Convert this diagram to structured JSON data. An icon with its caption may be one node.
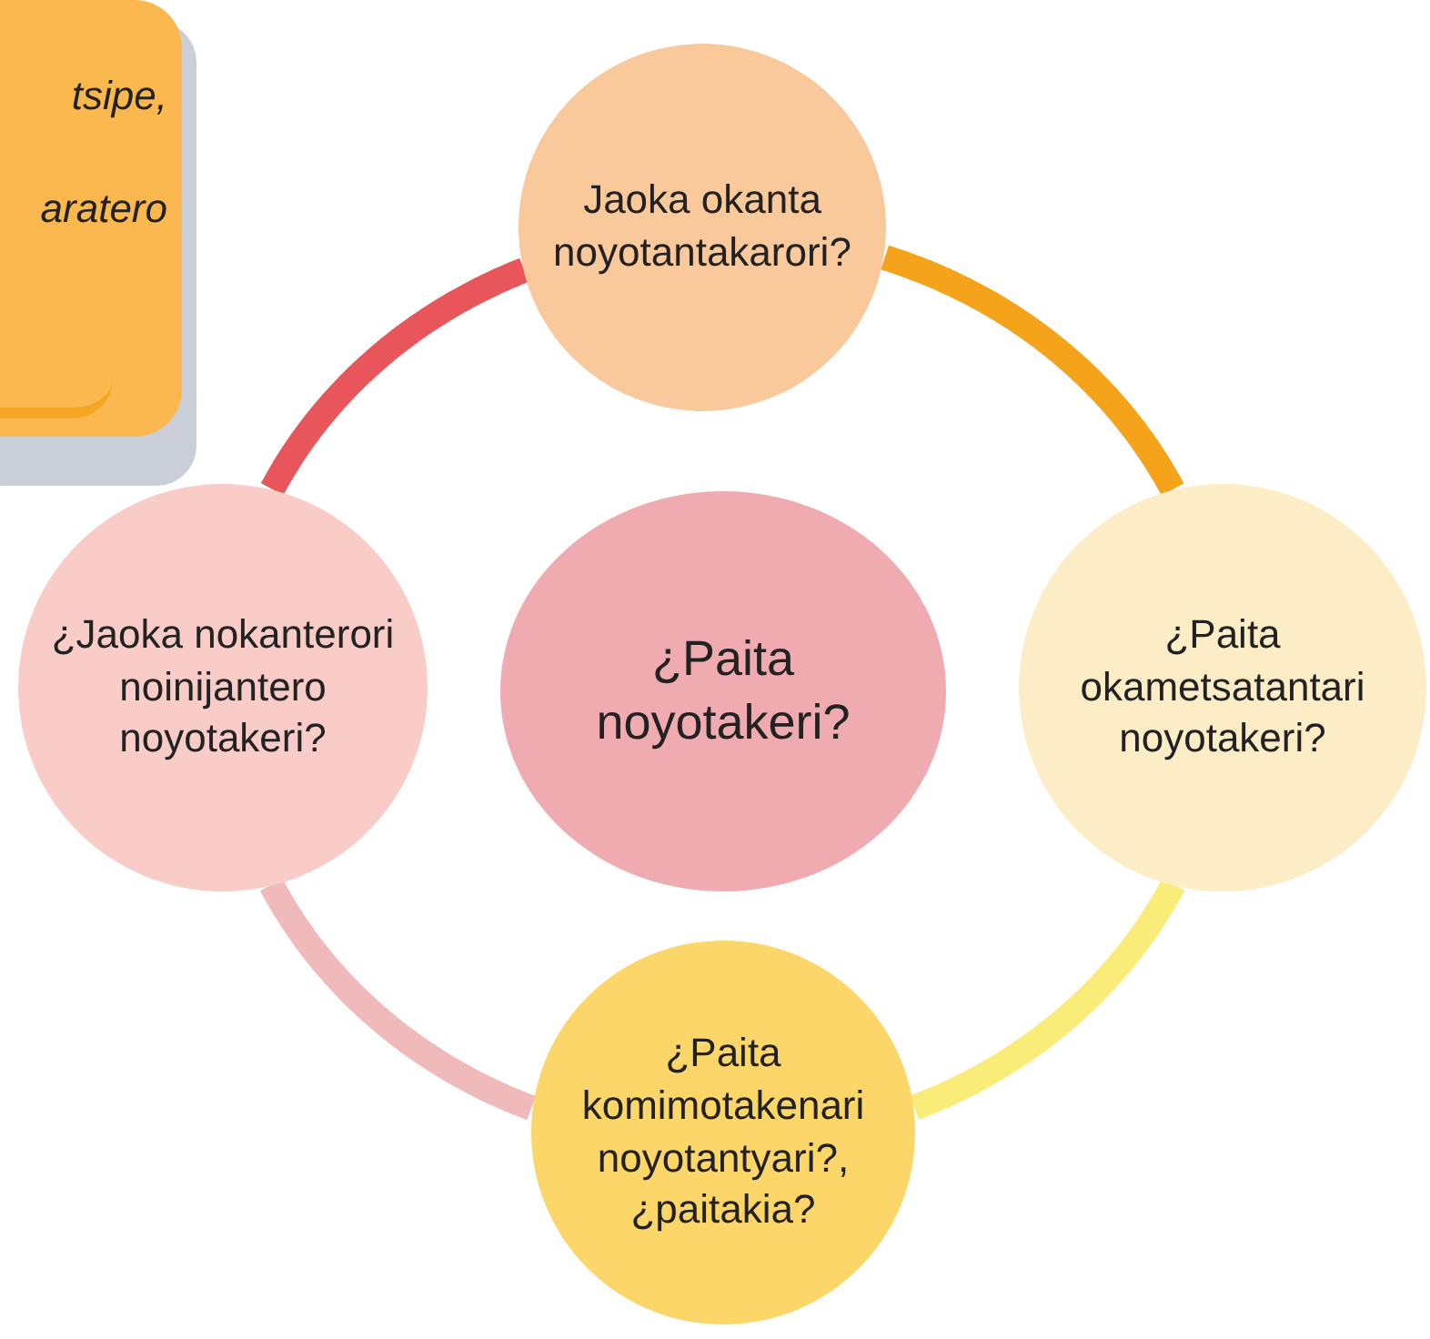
{
  "diagram": {
    "nodes": [
      {
        "text": [
          "tsipe,",
          "aratero"
        ]
      },
      {
        "text": [
          "Jaoka okanta noyotantakarori?"
        ]
      },
      {
        "text": [
          "¿Jaoka nokanterori noinijantero noyotakeri?"
        ]
      },
      {
        "text": [
          "¿Paita noyotakeri?"
        ]
      },
      {
        "text": [
          "¿Paita okametsatantari noyotakeri?"
        ]
      },
      {
        "text": [
          "¿Paita komimotakenari noyotantyari?, ¿paitakia?"
        ]
      }
    ],
    "edges": [
      {
        "from": 2,
        "to": 1,
        "arrow": "none",
        "color": "#e8555a"
      },
      {
        "from": 1,
        "to": 4,
        "arrow": "none",
        "color": "#f5a31a"
      },
      {
        "from": 4,
        "to": 5,
        "arrow": "none",
        "color": "#f9ec78"
      },
      {
        "from": 5,
        "to": 2,
        "arrow": "none",
        "color": "#f0b9ba"
      }
    ]
  }
}
